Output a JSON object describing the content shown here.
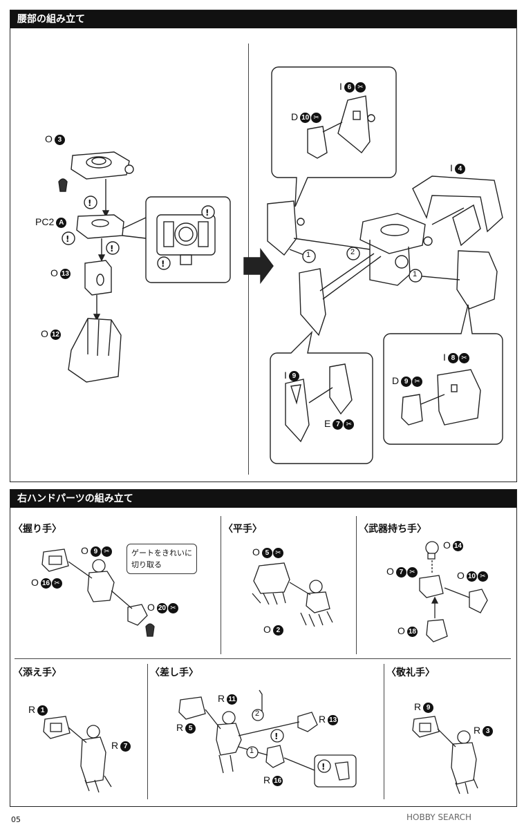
{
  "waist_section": {
    "title": "腰部の組み立て",
    "left_labels": {
      "o3": {
        "code": "O",
        "num": "3"
      },
      "pc2": {
        "code": "PC2",
        "num": "A"
      },
      "o13": {
        "code": "O",
        "num": "13"
      },
      "o12": {
        "code": "O",
        "num": "12"
      }
    },
    "right_labels": {
      "i6": {
        "code": "I",
        "num": "6"
      },
      "d10": {
        "code": "D",
        "num": "10"
      },
      "i4": {
        "code": "I",
        "num": "4"
      },
      "i9": {
        "code": "I",
        "num": "9"
      },
      "e7": {
        "code": "E",
        "num": "7"
      },
      "i8": {
        "code": "I",
        "num": "8"
      },
      "d9": {
        "code": "D",
        "num": "9"
      }
    },
    "steps": [
      "1",
      "2",
      "1"
    ]
  },
  "hand_section": {
    "title": "右ハンドパーツの組み立て",
    "grip": {
      "title": "〈握り手〉",
      "labels": {
        "o9": {
          "code": "O",
          "num": "9"
        },
        "o16": {
          "code": "O",
          "num": "16"
        },
        "o20": {
          "code": "O",
          "num": "20"
        }
      },
      "callout_line1": "ゲートをきれいに",
      "callout_line2": "切り取る"
    },
    "flat": {
      "title": "〈平手〉",
      "labels": {
        "o5": {
          "code": "O",
          "num": "5"
        },
        "o2": {
          "code": "O",
          "num": "2"
        }
      }
    },
    "weapon": {
      "title": "〈武器持ち手〉",
      "labels": {
        "o14": {
          "code": "O",
          "num": "14"
        },
        "o7": {
          "code": "O",
          "num": "7"
        },
        "o10": {
          "code": "O",
          "num": "10"
        },
        "o18": {
          "code": "O",
          "num": "18"
        }
      }
    },
    "support": {
      "title": "〈添え手〉",
      "labels": {
        "r1": {
          "code": "R",
          "num": "1"
        },
        "r7": {
          "code": "R",
          "num": "7"
        }
      }
    },
    "point": {
      "title": "〈差し手〉",
      "labels": {
        "r11": {
          "code": "R",
          "num": "11"
        },
        "r5": {
          "code": "R",
          "num": "5"
        },
        "r13": {
          "code": "R",
          "num": "13"
        },
        "r16": {
          "code": "R",
          "num": "16"
        }
      },
      "steps": [
        "2",
        "1"
      ]
    },
    "salute": {
      "title": "〈敬礼手〉",
      "labels": {
        "r9": {
          "code": "R",
          "num": "9"
        },
        "r3": {
          "code": "R",
          "num": "3"
        }
      }
    }
  },
  "footer": {
    "page_number": "05",
    "watermark": "HOBBY SEARCH"
  },
  "colors": {
    "header_bg": "#111111",
    "header_text": "#ffffff",
    "line": "#222222"
  }
}
